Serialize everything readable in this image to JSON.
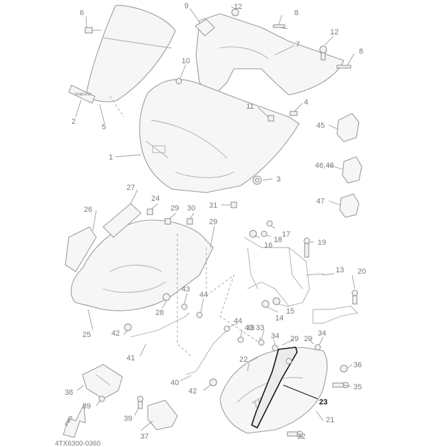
{
  "diagram": {
    "drawing_code": "4TX6300-0360",
    "fwd_label": "FWD",
    "logo_text": "TDM",
    "labels": {
      "n1": "1",
      "n2": "2",
      "n3": "3",
      "n4": "4",
      "n5": "5",
      "n6": "6",
      "n7": "7",
      "n8a": "8",
      "n8b": "8",
      "n9": "9",
      "n10": "10",
      "n11": "11",
      "n12a": "12",
      "n12b": "12",
      "n13": "13",
      "n14": "14",
      "n15": "15",
      "n16": "16",
      "n17": "17",
      "n18": "18",
      "n19": "19",
      "n20": "20",
      "n21": "21",
      "n22": "22",
      "n23": "23",
      "n24": "24",
      "n25": "25",
      "n26": "26",
      "n27": "27",
      "n28": "28",
      "n29a": "29",
      "n29b": "29",
      "n29c": "29",
      "n29d": "29",
      "n30": "30",
      "n31": "31",
      "n32": "32",
      "n33a": "33",
      "n33b": "33",
      "n34a": "34",
      "n34b": "34",
      "n35": "35",
      "n36": "36",
      "n37": "37",
      "n38": "38",
      "n39a": "39",
      "n39b": "39",
      "n40": "40",
      "n41": "41",
      "n42a": "42",
      "n42b": "42",
      "n43a": "43",
      "n43b": "43",
      "n44a": "44",
      "n44b": "44",
      "n45": "45",
      "n4648": "46,48",
      "n47": "47"
    },
    "highlight_color": "#111111",
    "line_color": "#9a9a9a"
  }
}
